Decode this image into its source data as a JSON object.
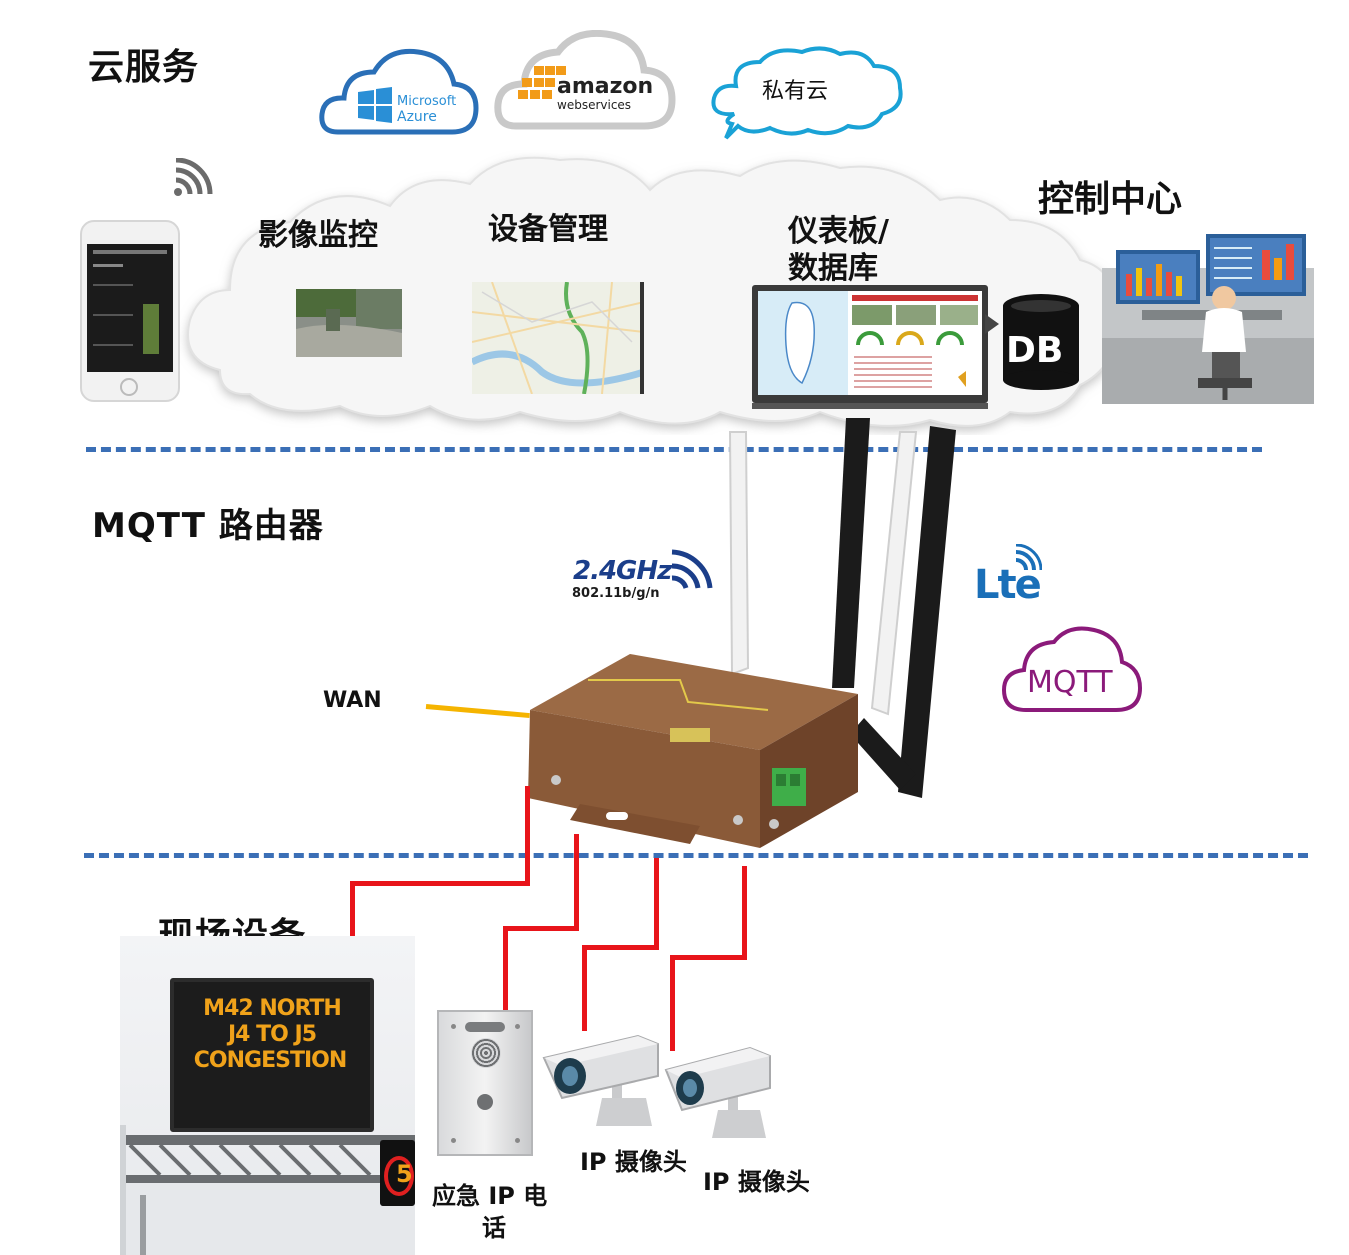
{
  "sections": {
    "cloud_service": "云服务",
    "mqtt_router": "MQTT 路由器",
    "field_devices": "现场设备"
  },
  "cloud_providers": {
    "azure_line1": "Microsoft",
    "azure_line2": "Azure",
    "aws_line1": "amazon",
    "aws_line2": "webservices",
    "private_cloud": "私有云"
  },
  "cloud_features": {
    "video_monitor": "影像监控",
    "device_mgmt": "设备管理",
    "dashboard_line1": "仪表板/",
    "dashboard_line2": "数据库",
    "db": "DB"
  },
  "control_center": "控制中心",
  "router": {
    "wifi_band": "2.4GHz",
    "wifi_standard": "802.11b/g/n",
    "lte": "Lte",
    "mqtt": "MQTT",
    "wan": "WAN"
  },
  "devices": {
    "vms_line1": "M42 NORTH",
    "vms_line2": "J4 TO J5",
    "vms_line3": "CONGESTION",
    "speed_sign": "5",
    "ip_phone_line1": "应急 IP 电",
    "ip_phone_line2": "话",
    "camera1": "IP 摄像头",
    "camera2": "IP 摄像头"
  },
  "colors": {
    "dash": "#3b6fb6",
    "wire": "#e8141a",
    "wan": "#f5b400",
    "mqtt": "#8b1a7a",
    "lte": "#1a6fb8",
    "router": "#8c5a38"
  }
}
